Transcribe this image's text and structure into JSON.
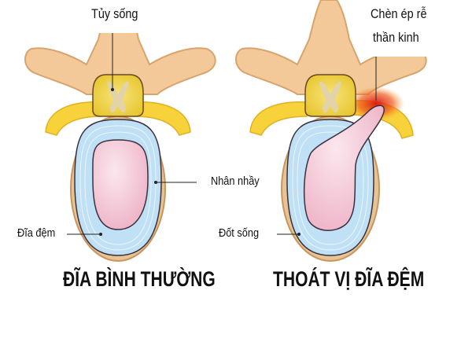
{
  "panels": [
    {
      "id": "normal",
      "title": "ĐĨA BÌNH THƯỜNG",
      "labels": {
        "spinal_cord": "Tủy sống",
        "disc": "Đĩa đệm"
      }
    },
    {
      "id": "herniated",
      "title": "THOÁT VỊ ĐĨA ĐỆM",
      "labels": {
        "nerve_compression_line1": "Chèn ép rễ",
        "nerve_compression_line2": "thần  kinh",
        "vertebra": "Đốt sống"
      }
    }
  ],
  "shared_labels": {
    "nucleus": "Nhân nhầy"
  },
  "colors": {
    "bone": "#f3c99a",
    "bone_dark": "#d9a36c",
    "nerve_yellow": "#f7d23a",
    "cord_yellow": "#f4dd5a",
    "gray_matter": "#e2d3a8",
    "annulus_blue": "#bfe0f5",
    "nucleus_pink": "#f2bfd0",
    "inflammation_red": "#e0201a",
    "outline": "#3a3040"
  }
}
